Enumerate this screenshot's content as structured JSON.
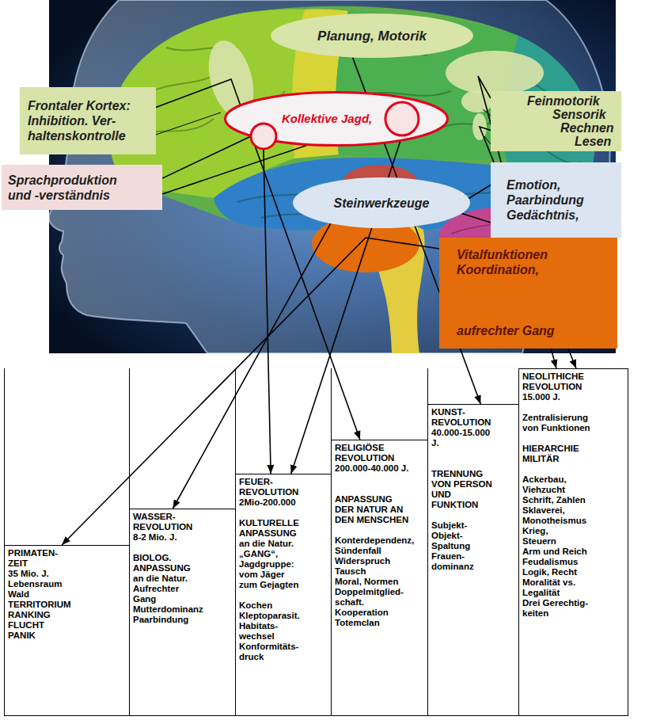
{
  "diagram": {
    "nodes": [
      {
        "text": [
          "Planung, Motorik"
        ]
      },
      {
        "text": [
          "Frontaler Kortex: Inhibition. Ver- haltenskontrolle"
        ]
      },
      {
        "text": [
          "Kollektive Jagd,"
        ]
      },
      {
        "text": [
          "Feinmotorik",
          "Sensorik",
          "Rechnen",
          "Lesen"
        ]
      },
      {
        "text": [
          "Sprachproduktion und -verständnis"
        ]
      },
      {
        "text": [
          "Steinwerkzeuge"
        ]
      },
      {
        "text": [
          "Emotion, Paarbindung Gedächtnis,"
        ]
      },
      {
        "text": [
          "Vitalfunktionen Koordination,",
          "aufrechter Gang"
        ]
      },
      {
        "text": [
          "PRIMATEN- ZEIT",
          "35 Mio. J.",
          "Lebensraum Wald",
          "TERRITORIUM",
          "RANKING",
          "FLUCHT",
          "PANIK"
        ]
      },
      {
        "text": [
          "WASSER- REVOLUTION",
          "8-2 Mio. J.",
          "BIOLOG. ANPASSUNG an die Natur.",
          "Aufrechter Gang",
          "Mutterdominanz",
          "Paarbindung"
        ]
      },
      {
        "text": [
          "FEUER- REVOLUTION",
          "2Mio-200.000",
          "KULTURELLE ANPASSUNG an die Natur.",
          "„GANG“,",
          "Jagdgruppe: vom Jäger zum Gejagten",
          "Kochen",
          "Kleptoparasit.",
          "Habitats- wechsel",
          "Konformitäts- druck"
        ]
      },
      {
        "text": [
          "RELIGIÖSE REVOLUTION",
          "200.000-40.000 J.",
          "ANPASSUNG DER NATUR AN DEN MENSCHEN",
          "Konterdependenz,",
          "Sündenfall",
          "Widerspruch",
          "Tausch",
          "Moral, Normen",
          "Doppelmitglied- schaft.",
          "Kooperation",
          "Totemclan"
        ]
      },
      {
        "text": [
          "KUNST- REVOLUTION",
          "40.000-15.000 J.",
          "TRENNUNG VON PERSON UND FUNKTION",
          "Subjekt- Objekt- Spaltung",
          "Frauen- dominanz"
        ]
      },
      {
        "text": [
          "NEOLITHICHE REVOLUTION",
          "15.000 J.",
          "Zentralisierung von Funktionen",
          "HIERARCHIE MILITÄR",
          "Ackerbau,",
          "Viehzucht",
          "Schrift, Zahlen",
          "Sklaverei,",
          "Monotheismus",
          "Krieg,",
          "Steuern",
          "Arm und Reich",
          "Feudalismus",
          "Logik, Recht",
          "Moralität vs. Legalität",
          "Drei Gerechtig- keiten"
        ]
      }
    ],
    "edges": [
      {
        "from": 0,
        "to": 12,
        "arrow": "to"
      },
      {
        "from": 1,
        "to": 11,
        "arrow": "to"
      },
      {
        "from": 2,
        "to": 10,
        "arrow": "to"
      },
      {
        "from": 2,
        "to": 10,
        "arrow": "to"
      },
      {
        "from": 3,
        "to": 13,
        "arrow": "to"
      },
      {
        "from": 3,
        "to": 13,
        "arrow": "to"
      },
      {
        "from": 4,
        "to": 2,
        "arrow": "none"
      },
      {
        "from": 4,
        "to": 2,
        "arrow": "none"
      },
      {
        "from": 5,
        "to": 9,
        "arrow": "to"
      },
      {
        "from": 6,
        "to": 5,
        "arrow": "none"
      },
      {
        "from": 6,
        "to": 5,
        "arrow": "none"
      },
      {
        "from": 7,
        "to": 8,
        "arrow": "to"
      }
    ]
  }
}
